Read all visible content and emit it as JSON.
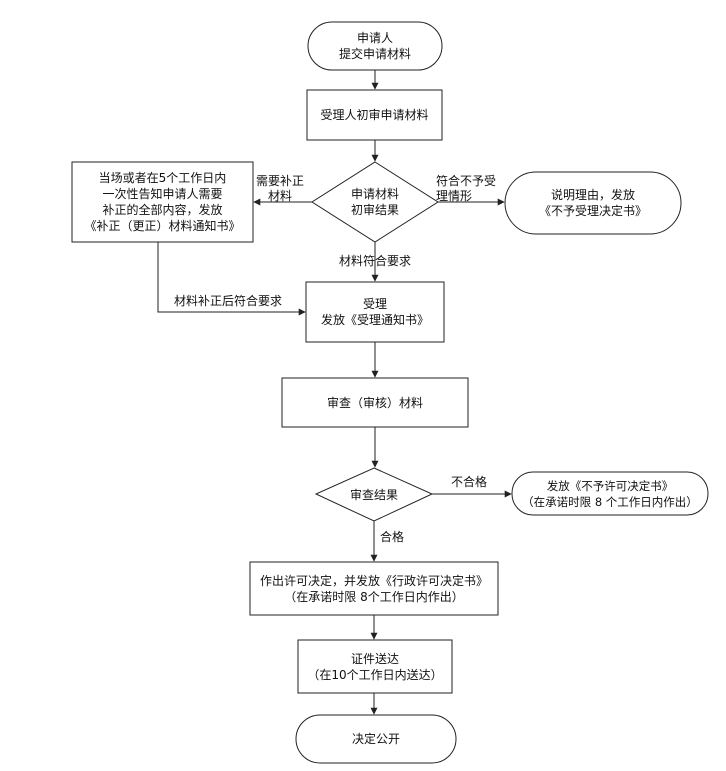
{
  "nodes": {
    "apply_line1": "申请人",
    "apply_line2": "提交申请材料",
    "initial_review": "受理人初审申请材料",
    "supplement_line1": "当场或者在5个工作日内",
    "supplement_line2": "一次性告知申请人需要",
    "supplement_line3": "补正的全部内容，发放",
    "supplement_line4": "《补正（更正）材料通知书》",
    "result1_line1": "申请材料",
    "result1_line2": "初审结果",
    "explain_line1": "说明理由，发放",
    "explain_line2": "《不予受理决定书》",
    "accept_line1": "受理",
    "accept_line2": "发放《受理通知书》",
    "review": "审查（审核）材料",
    "result2": "审查结果",
    "deny_line1": "发放《不予许可决定书》",
    "deny_line2": "（在承诺时限 8 个工作日内作出）",
    "permit_line1": "作出许可决定，并发放《行政许可决定书》",
    "permit_line2": "（在承诺时限 8个工作日内作出）",
    "deliver_line1": "证件送达",
    "deliver_line2": "（在10个工作日内送达）",
    "publish": "决定公开"
  },
  "edge_labels": {
    "need_supplement_line1": "需要补正",
    "need_supplement_line2": "材料",
    "not_accept_line1": "符合不予受",
    "not_accept_line2": "理情形",
    "meets_requirements": "材料符合要求",
    "after_supplement": "材料补正后符合要求",
    "unqualified": "不合格",
    "qualified": "合格"
  }
}
